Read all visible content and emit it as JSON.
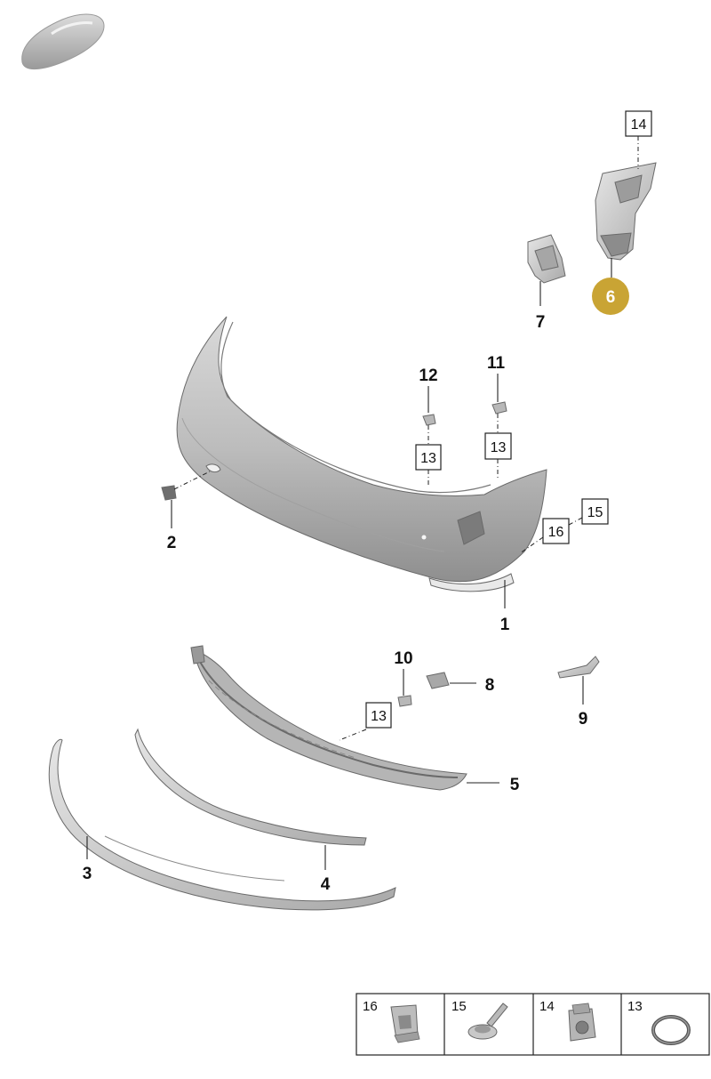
{
  "colors": {
    "highlight": "#c9a434",
    "part_fill": "#c4c4c4",
    "part_dark": "#8e8e8e",
    "part_light": "#dedede"
  },
  "icons": {
    "car": "car-silhouette-icon",
    "clip": "retaining-clip-icon",
    "screw": "screw-icon",
    "nut": "clip-nut-icon",
    "ring": "sealing-ring-icon"
  },
  "callouts": {
    "p1": "1",
    "p2": "2",
    "p3": "3",
    "p4": "4",
    "p5": "5",
    "p6": "6",
    "p7": "7",
    "p8": "8",
    "p9": "9",
    "p10": "10",
    "p11": "11",
    "p12": "12"
  },
  "boxed_refs": {
    "r14_top": "14",
    "r13_a": "13",
    "r13_b": "13",
    "r13_c": "13",
    "r15": "15",
    "r16": "16"
  },
  "legend": [
    {
      "label": "16",
      "icon": "retaining-clip-icon"
    },
    {
      "label": "15",
      "icon": "screw-icon"
    },
    {
      "label": "14",
      "icon": "clip-nut-icon"
    },
    {
      "label": "13",
      "icon": "sealing-ring-icon"
    }
  ]
}
